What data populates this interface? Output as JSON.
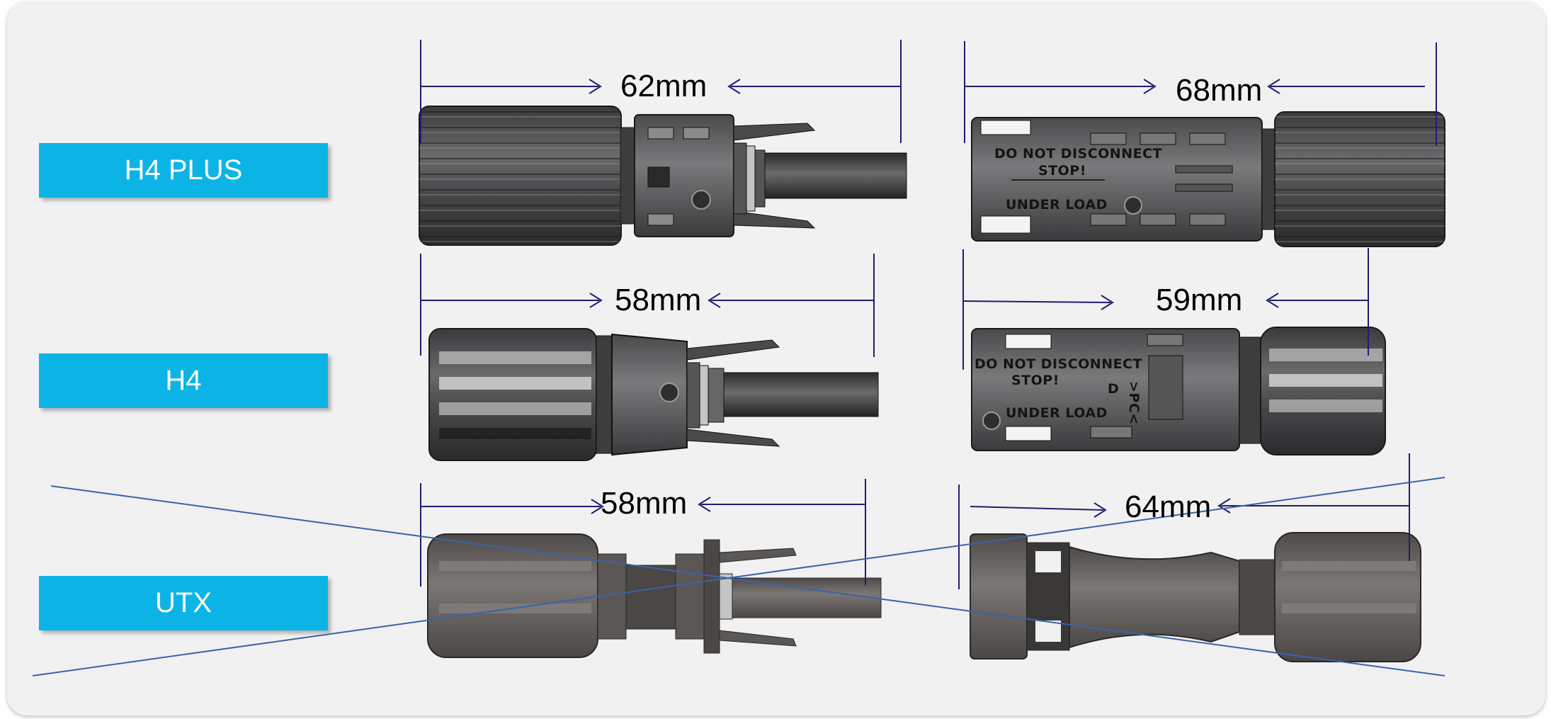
{
  "labels": {
    "h4plus": "H4 PLUS",
    "h4": "H4",
    "utx": "UTX"
  },
  "dimensions": {
    "h4plus_male": "62mm",
    "h4plus_female": "68mm",
    "h4_male": "58mm",
    "h4_female": "59mm",
    "utx_male": "58mm",
    "utx_female": "64mm"
  },
  "imprints": {
    "do_not_disconnect": "DO NOT DISCONNECT",
    "stop": "STOP!",
    "under_load": "UNDER LOAD",
    "pc_mark": ">PC<",
    "d_mark": "D"
  },
  "colors": {
    "label_bg": "#0cb4e6",
    "dimension_line": "#1e1e6e",
    "strike_line": "#3a63a8",
    "panel_bg": "#f1f1f2"
  }
}
